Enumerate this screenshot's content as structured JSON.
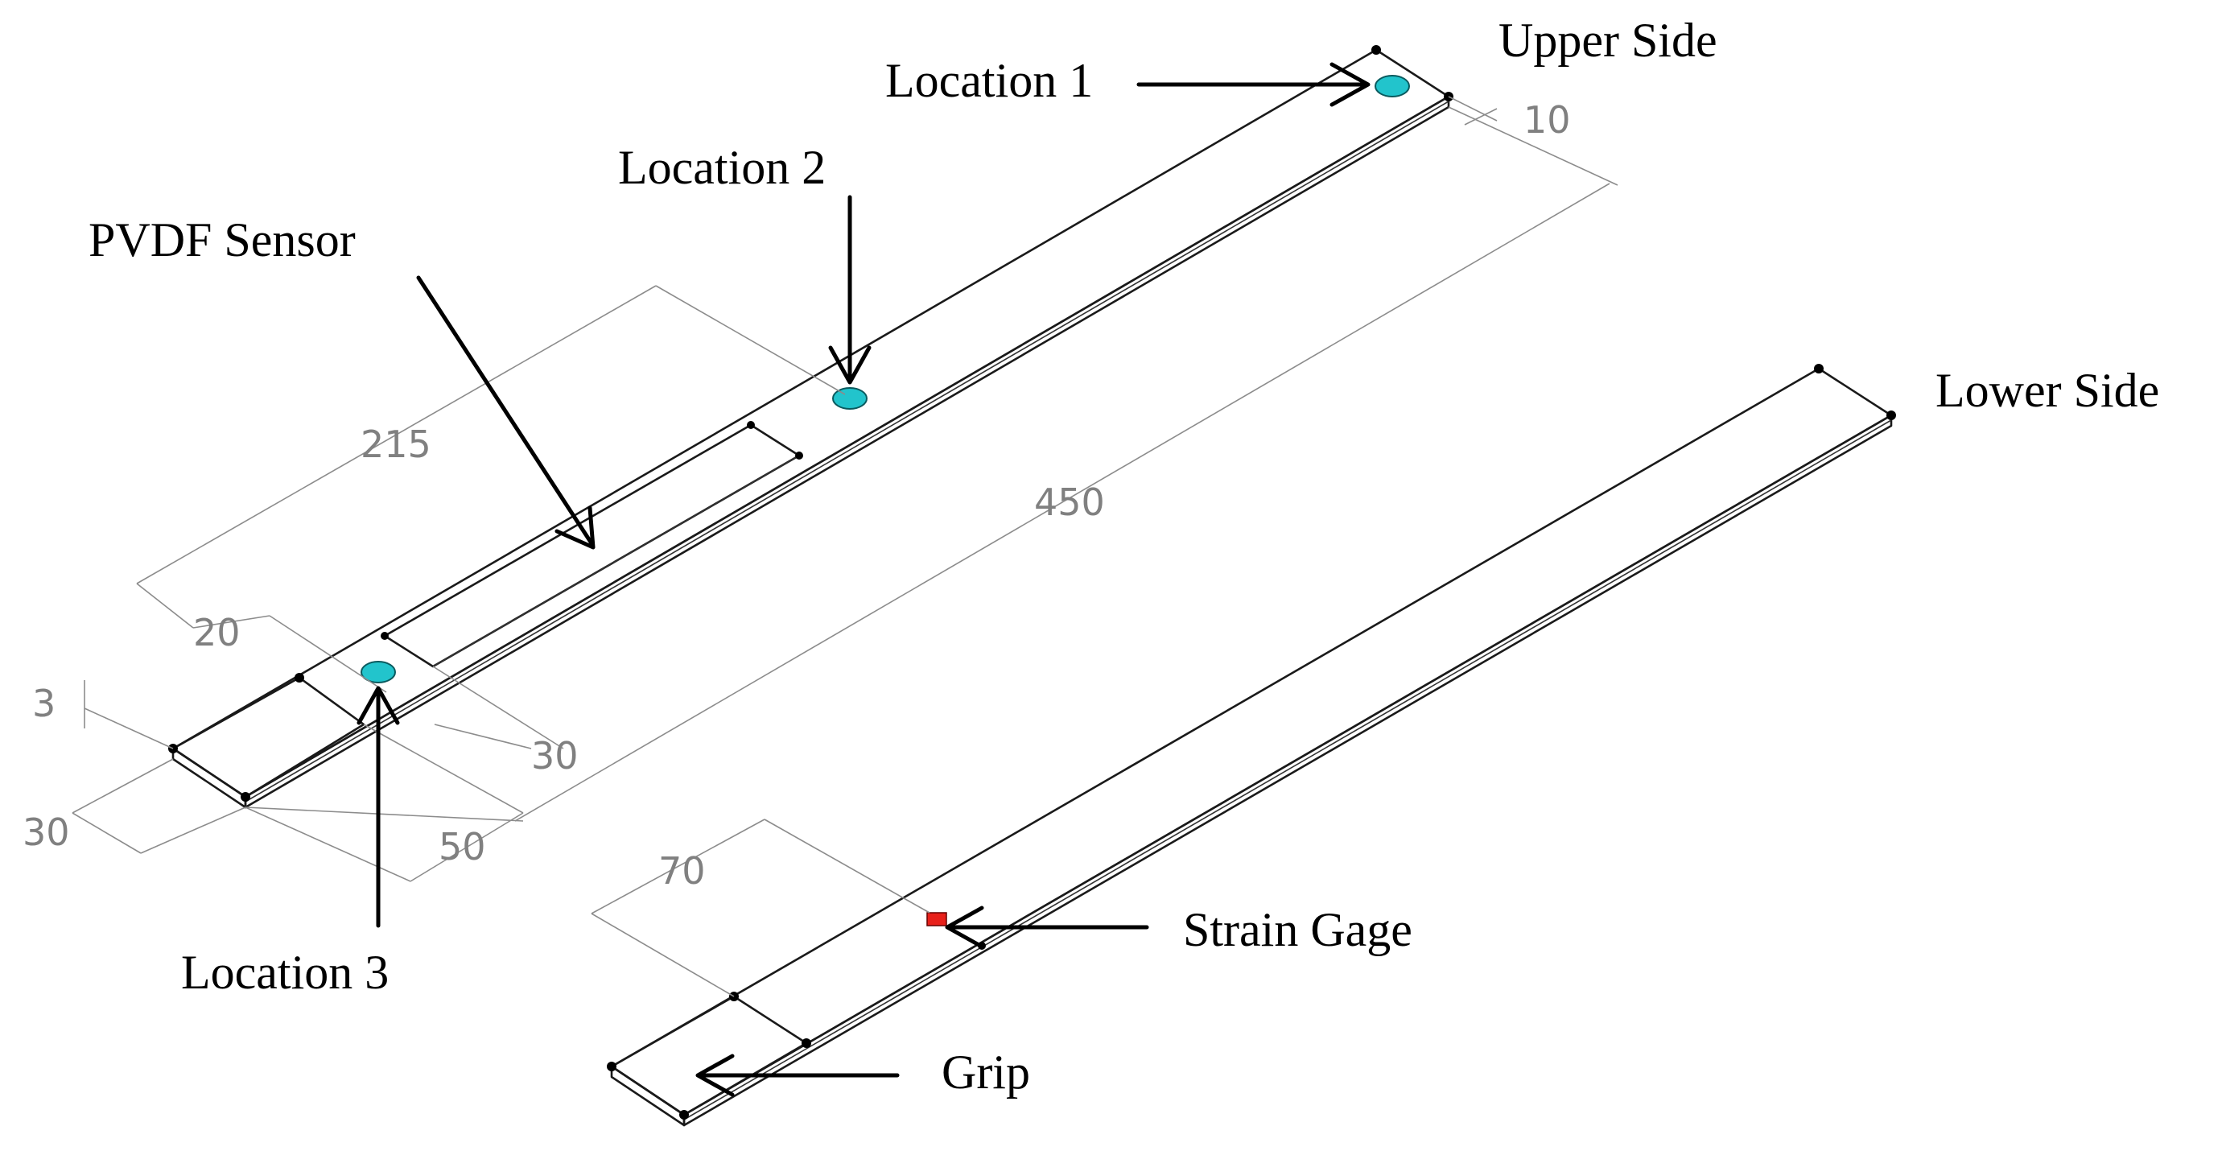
{
  "labels": {
    "upper_side": "Upper Side",
    "lower_side": "Lower Side",
    "location_1": "Location 1",
    "location_2": "Location 2",
    "location_3": "Location 3",
    "pvdf_sensor": "PVDF Sensor",
    "strain_gage": "Strain Gage",
    "grip": "Grip"
  },
  "dimensions": {
    "width": "10",
    "length": "450",
    "sensor_length": "215",
    "sensor_offset": "20",
    "sensor_width": "30",
    "thickness": "3",
    "grip_width": "30",
    "grip_length": "50",
    "gage_distance": "70"
  },
  "colors": {
    "location_marker": "#22c4cc",
    "sensor_fill": "#e2e2e2",
    "grip_fill": "#8c8c8c",
    "strain_gage": "#e8201a",
    "dimension_lines": "#8c8c8c"
  }
}
